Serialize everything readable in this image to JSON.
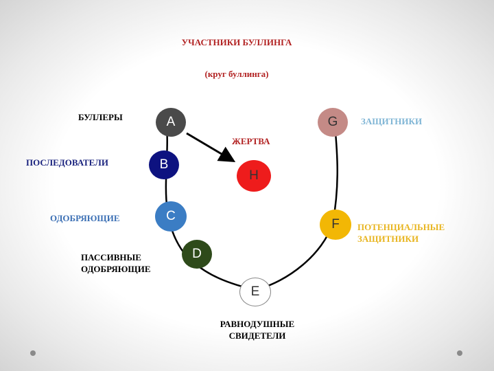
{
  "title": "УЧАСТНИКИ БУЛЛИНГА",
  "subtitle": "(круг буллинга)",
  "colors": {
    "dark_red": "#b22222",
    "red": "#e81c1c",
    "navy": "#1a237e",
    "steel_blue": "#3b6fb4",
    "light_blue": "#7fb5d5",
    "gold": "#e8b520",
    "dark_green": "#2e4a1a"
  },
  "nodes": [
    {
      "id": "A",
      "letter": "A",
      "role": "БУЛЛЕРЫ",
      "fill": "#4a4a4a",
      "text_color": "#ffffff"
    },
    {
      "id": "B",
      "letter": "B",
      "role": "ПОСЛЕДОВАТЕЛИ",
      "fill": "#0d1280",
      "text_color": "#ffffff"
    },
    {
      "id": "C",
      "letter": "C",
      "role": "ОДОБРЯЮЩИЕ",
      "fill": "#3b7dc4",
      "text_color": "#ffffff"
    },
    {
      "id": "D",
      "letter": "D",
      "role_lines": [
        "ПАССИВНЫЕ",
        "ОДОБРЯЮЩИЕ"
      ],
      "fill": "#2e4a1a",
      "text_color": "#ffffff"
    },
    {
      "id": "E",
      "letter": "E",
      "role_lines": [
        "РАВНОДУШНЫЕ",
        "СВИДЕТЕЛИ"
      ],
      "fill": "#ffffff",
      "text_color": "#333333"
    },
    {
      "id": "F",
      "letter": "F",
      "role_lines": [
        "ПОТЕНЦИАЛЬНЫЕ",
        "ЗАЩИТНИКИ"
      ],
      "fill": "#f2b705",
      "text_color": "#333333"
    },
    {
      "id": "G",
      "letter": "G",
      "role": "ЗАЩИТНИКИ",
      "fill": "#c48a86",
      "text_color": "#333333"
    },
    {
      "id": "H",
      "letter": "H",
      "role": "ЖЕРТВА",
      "fill": "#ee1c1c",
      "text_color": "#333333"
    }
  ],
  "arrow": {
    "from": "A",
    "to": "H"
  },
  "decorative_dots": 2
}
